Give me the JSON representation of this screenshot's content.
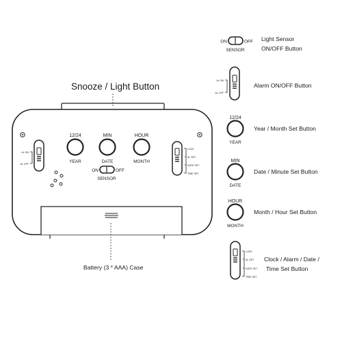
{
  "callouts": {
    "snooze": "Snooze / Light Button",
    "battery": "Battery (3 * AAA) Case"
  },
  "clock": {
    "buttons": [
      {
        "top": "12/24",
        "bottom": "YEAR"
      },
      {
        "top": "MIN",
        "bottom": "DATE"
      },
      {
        "top": "HOUR",
        "bottom": "MONTH"
      }
    ],
    "sensor": {
      "on": "ON",
      "off": "OFF",
      "label": "SENSOR"
    },
    "alarm_switch": {
      "labels": [
        "AL ON",
        "AL OFF"
      ]
    },
    "mode_switch": {
      "labels": [
        "LOCK",
        "AL SET",
        "DATE SET",
        "TIME SET"
      ]
    }
  },
  "legend": [
    {
      "icon": "sensor-switch",
      "text_lines": [
        "Light Sensor",
        "ON/OFF Button"
      ]
    },
    {
      "icon": "alarm-switch",
      "text_lines": [
        "Alarm ON/OFF Button"
      ]
    },
    {
      "icon": "year-button",
      "text_lines": [
        "Year / Month Set Button"
      ]
    },
    {
      "icon": "date-button",
      "text_lines": [
        "Date / Minute Set Button"
      ]
    },
    {
      "icon": "month-button",
      "text_lines": [
        "Month / Hour Set Button"
      ]
    },
    {
      "icon": "mode-switch",
      "text_lines": [
        "Clock / Alarm / Date /",
        "Time Set Button"
      ]
    }
  ]
}
